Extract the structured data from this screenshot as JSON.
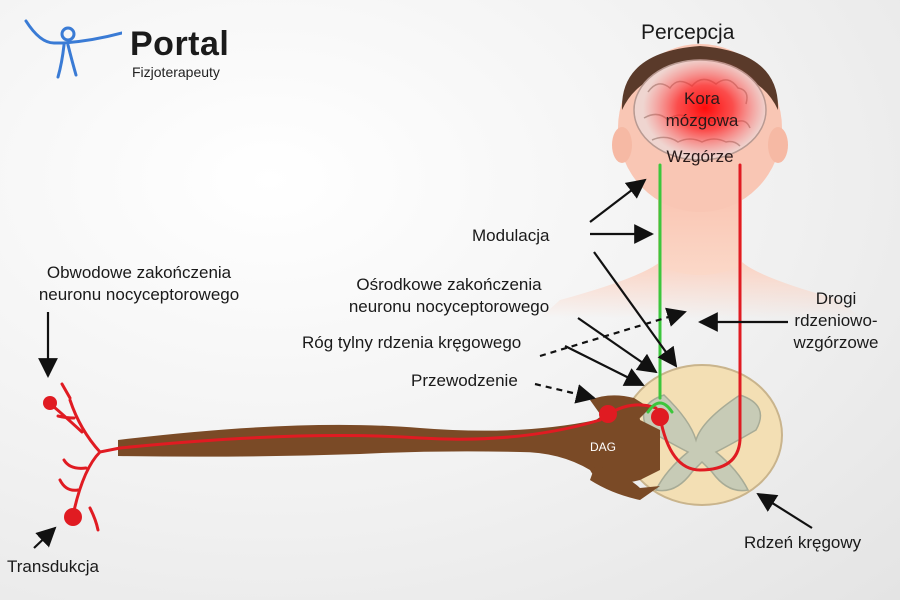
{
  "logo": {
    "title": "Portal",
    "subtitle": "Fizjoterapeuty",
    "icon": "person-arms-raised-icon",
    "color": "#3a7bd5"
  },
  "labels": {
    "percepcja": "Percepcja",
    "kora_line1": "Kora",
    "kora_line2": "mózgowa",
    "wzgorze": "Wzgórze",
    "modulacja": "Modulacja",
    "obwodowe_line1": "Obwodowe zakończenia",
    "obwodowe_line2": "neuronu nocyceptorowego",
    "osrodkowe_line1": "Ośrodkowe zakończenia",
    "osrodkowe_line2": "neuronu nocyceptorowego",
    "rog": "Róg tylny rdzenia kręgowego",
    "przewodzenie": "Przewodzenie",
    "drogi_line1": "Drogi",
    "drogi_line2": "rdzeniowo-",
    "drogi_line3": "wzgórzowe",
    "dag": "DAG",
    "transdukcja": "Transdukcja",
    "rdzen": "Rdzeń kręgowy"
  },
  "colors": {
    "pain_red": "#e01b22",
    "modulation_green": "#3cc63c",
    "nerve_brown": "#7a4a26",
    "skin": "#f8c8b4",
    "cord_white": "#f3dfb4",
    "cord_grey": "#c7cbb6"
  }
}
